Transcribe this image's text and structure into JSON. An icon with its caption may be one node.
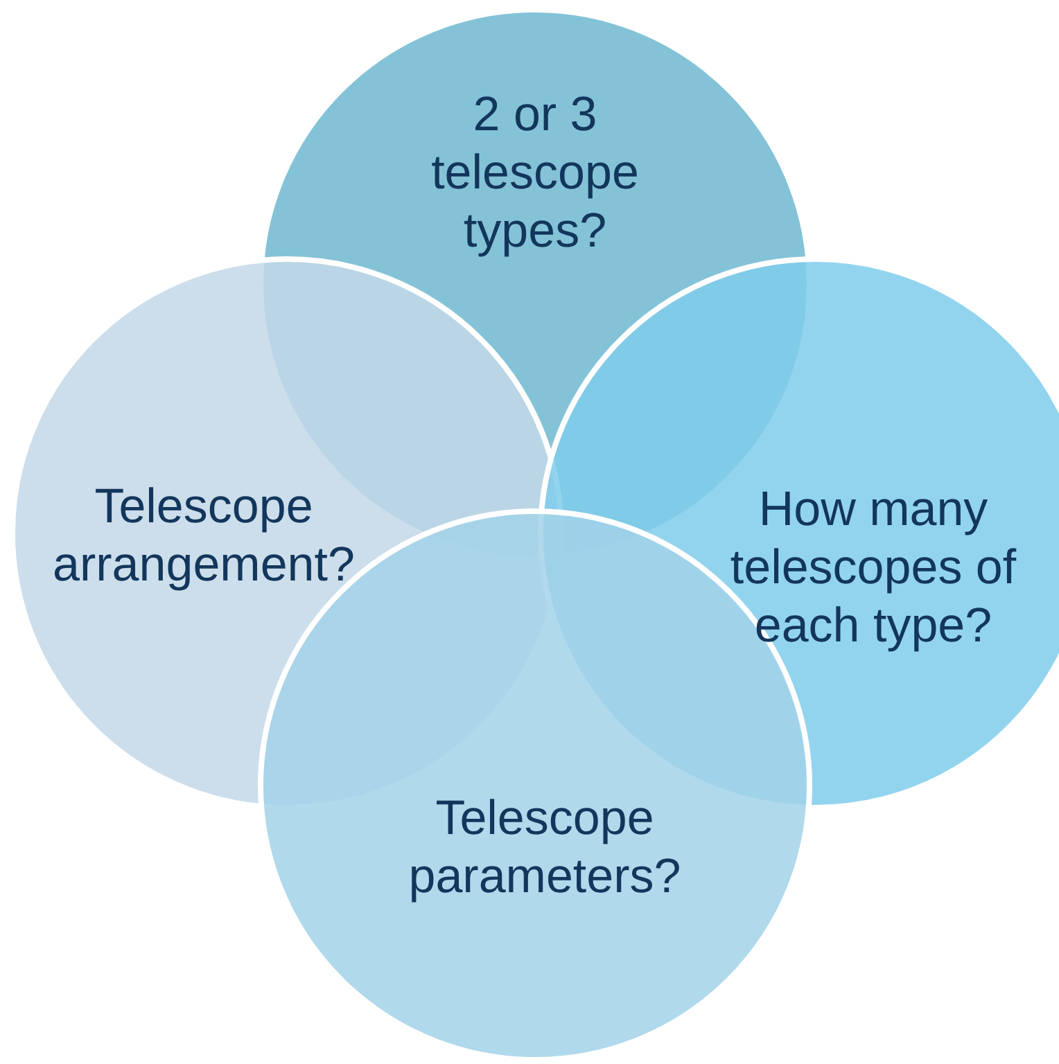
{
  "diagram": {
    "nodes": [
      {
        "text": [
          "2 or 3 telescope types?"
        ]
      },
      {
        "text": [
          "Telescope arrangement?"
        ]
      },
      {
        "text": [
          "How many telescopes of each type?"
        ]
      },
      {
        "text": [
          "Telescope parameters?"
        ]
      }
    ]
  }
}
